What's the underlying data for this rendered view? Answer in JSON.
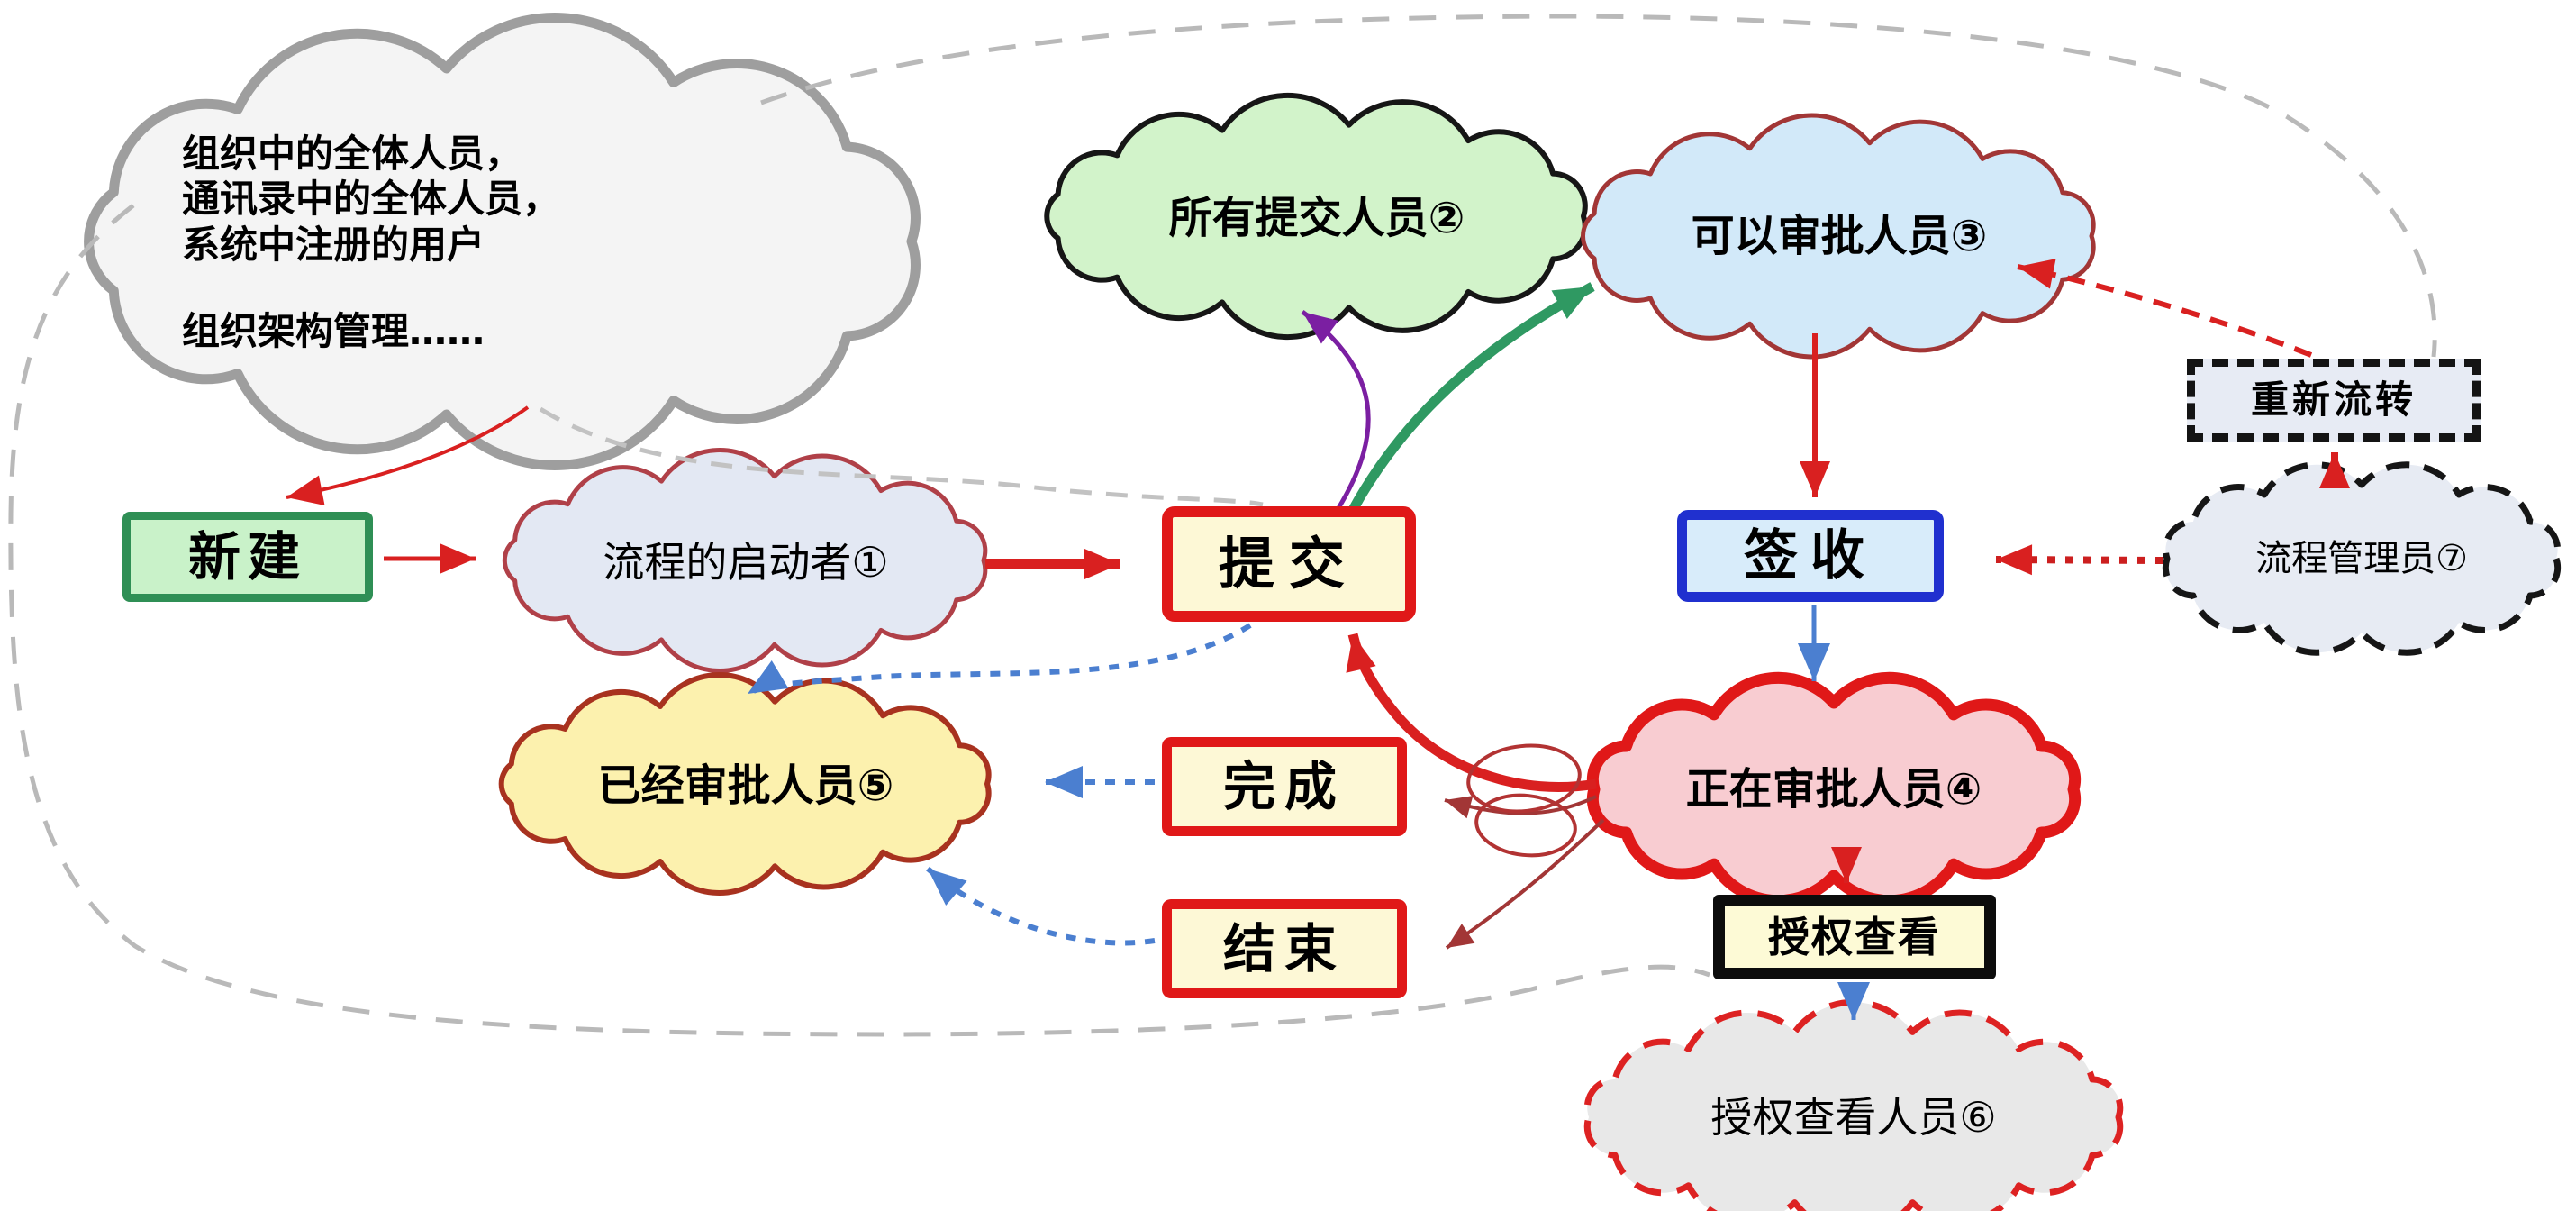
{
  "diagram_title": "workflow-roles-permissions-mindmap",
  "org_cloud": {
    "line1": "组织中的全体人员，",
    "line2": "通讯录中的全体人员，",
    "line3": "系统中注册的用户",
    "line4": "组织架构管理……"
  },
  "nodes": {
    "new": {
      "label": "新建"
    },
    "initiator": {
      "label": "流程的启动者①"
    },
    "submit": {
      "label": "提交"
    },
    "all_submitters": {
      "label": "所有提交人员②"
    },
    "approvers": {
      "label": "可以审批人员③"
    },
    "sign": {
      "label": "签收"
    },
    "reroute": {
      "label": "重新流转"
    },
    "admin": {
      "label": "流程管理员⑦"
    },
    "approved": {
      "label": "已经审批人员⑤"
    },
    "finish": {
      "label": "完成"
    },
    "end": {
      "label": "结束"
    },
    "current_approvers": {
      "label": "正在审批人员④"
    },
    "auth_view": {
      "label": "授权查看"
    },
    "auth_viewers": {
      "label": "授权查看人员⑥"
    }
  },
  "colors": {
    "red": "#d92020",
    "red_border": "#e01818",
    "dark_red": "#a23636",
    "green": "#2f9962",
    "green_border": "#2f8f55",
    "purple": "#7b1fa2",
    "blue": "#4b7fd0",
    "blue_border": "#2030cf",
    "gray_dash": "#bcbcbc",
    "fill_yellow": "#fdf8d6",
    "fill_green_light": "#c9f2c9",
    "fill_blue_light": "#d8ecfa",
    "fill_lavender": "#e7ebf4",
    "fill_pink": "#f8ccd1",
    "fill_yellow_cloud": "#fcf1ae",
    "fill_gray_cloud": "#e8e8e8"
  }
}
